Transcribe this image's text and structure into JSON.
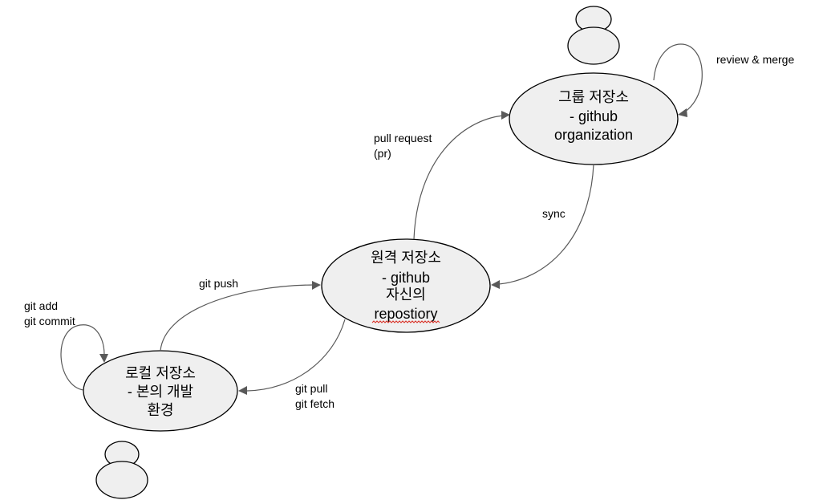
{
  "nodes": {
    "group": {
      "lines": [
        "그룹 저장소",
        "- github",
        "organization"
      ]
    },
    "remote": {
      "lines": [
        "원격 저장소",
        "- github",
        "자신의",
        "repostiory"
      ]
    },
    "local": {
      "lines": [
        "로컬 저장소",
        "- 본의 개발",
        "환경"
      ]
    }
  },
  "edges": {
    "review_merge": {
      "lines": [
        "review & merge"
      ]
    },
    "pull_request": {
      "lines": [
        "pull request",
        "(pr)"
      ]
    },
    "sync": {
      "lines": [
        "sync"
      ]
    },
    "git_push": {
      "lines": [
        "git push"
      ]
    },
    "git_pull_fetch": {
      "lines": [
        "git pull",
        "git fetch"
      ]
    },
    "git_add_commit": {
      "lines": [
        "git add",
        "git commit"
      ]
    }
  },
  "colors": {
    "node_fill": "#efefef",
    "node_stroke": "#000000",
    "edge_stroke": "#595959",
    "spellcheck_underline": "#d93025"
  }
}
